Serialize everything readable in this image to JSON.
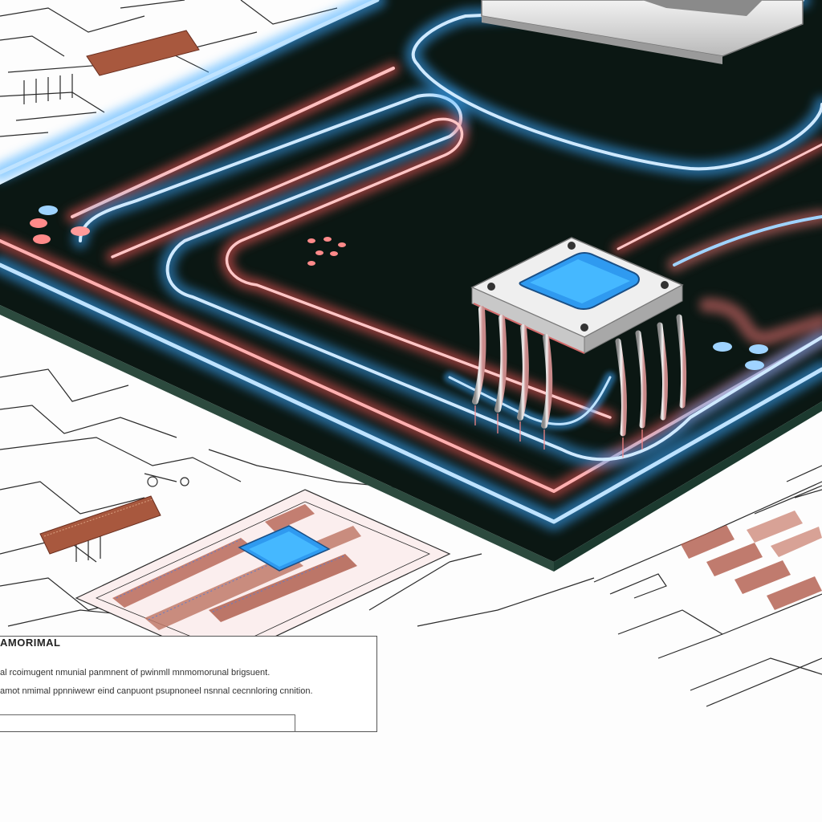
{
  "caption": {
    "title": "AMORIMAL",
    "line1": "al rcoimugent nmunial panmnent of pwinmll mnmomorunal brigsuent.",
    "line2": "amot nmimal ppnniwewr eind canpuont psupnoneel nsnnal cecnnloring cnnition."
  },
  "scene": {
    "board_color": "#0e1a15",
    "trace_blue": "#3aa8ff",
    "trace_red": "#ff5a5a",
    "chip_pad_color": "#2f9af0",
    "chip_body_color": "#d9d9d9",
    "schematic_line_color": "#2b2b2b"
  }
}
